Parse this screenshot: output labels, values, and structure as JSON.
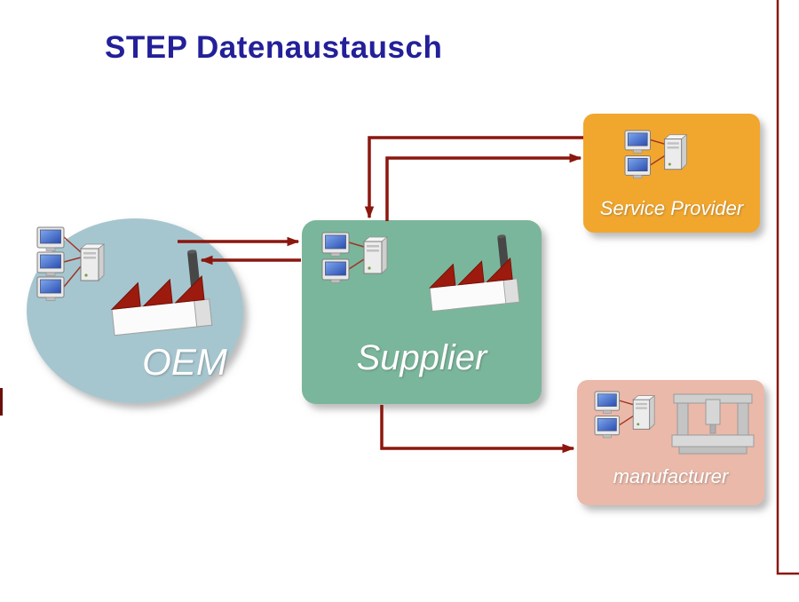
{
  "slide": {
    "title": "STEP Datenaustausch",
    "title_color": "#232099",
    "background": "#ffffff",
    "border_color": "#8b170e"
  },
  "diagram": {
    "arrow_color": "#8b170e",
    "nodes": [
      {
        "id": "oem",
        "label": "OEM",
        "shape": "ellipse",
        "fill": "#a6c6cf",
        "icons": [
          "workstation-3-monitors",
          "factory"
        ]
      },
      {
        "id": "supplier",
        "label": "Supplier",
        "shape": "rounded-rectangle",
        "fill": "#7ab69b",
        "icons": [
          "workstation-2-monitors",
          "factory"
        ]
      },
      {
        "id": "service-provider",
        "label": "Service Provider",
        "shape": "rounded-rectangle",
        "fill": "#f1a72f",
        "icons": [
          "workstation-2-monitors"
        ]
      },
      {
        "id": "manufacturer",
        "label": "manufacturer",
        "shape": "rounded-rectangle",
        "fill": "#eab9a9",
        "icons": [
          "workstation-2-monitors",
          "machine"
        ]
      }
    ],
    "edges": [
      {
        "from": "oem",
        "to": "supplier",
        "direction": "bidirectional"
      },
      {
        "from": "supplier",
        "to": "service-provider",
        "direction": "bidirectional"
      },
      {
        "from": "supplier",
        "to": "manufacturer",
        "direction": "one-way"
      }
    ]
  }
}
